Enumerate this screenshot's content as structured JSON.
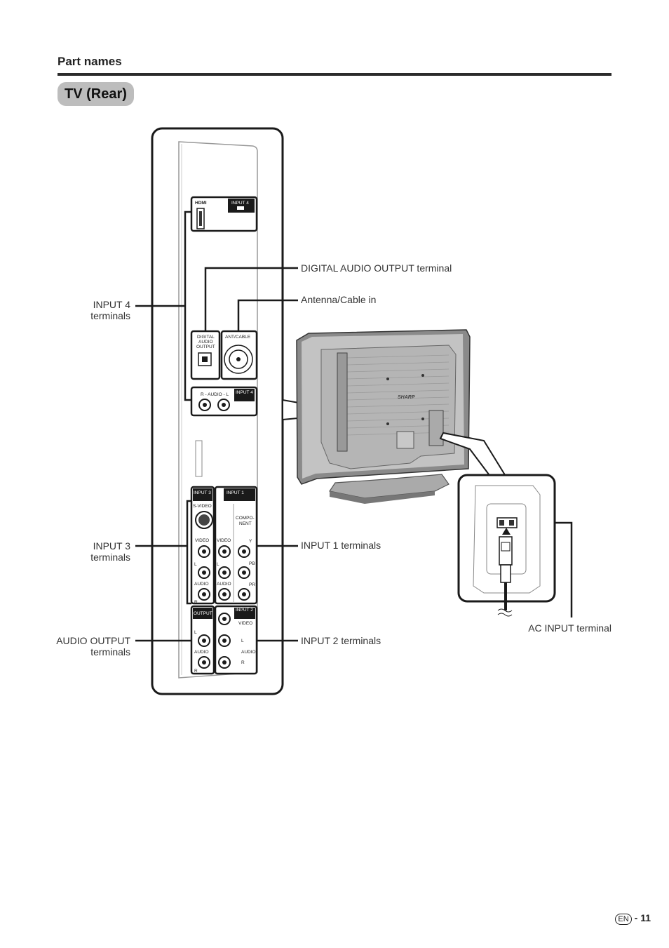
{
  "header": {
    "section": "Part names",
    "subsection": "TV (Rear)"
  },
  "callouts": {
    "digital_audio_output": "DIGITAL AUDIO OUTPUT terminal",
    "antenna": "Antenna/Cable in",
    "input4_line1": "INPUT 4",
    "input4_line2": "terminals",
    "input3_line1": "INPUT 3",
    "input3_line2": "terminals",
    "input1": "INPUT 1 terminals",
    "audio_output_line1": "AUDIO OUTPUT",
    "audio_output_line2": "terminals",
    "input2": "INPUT 2 terminals",
    "ac_input": "AC INPUT terminal"
  },
  "panel_labels": {
    "hdmi": "HDMI",
    "input4": "INPUT 4",
    "digital_audio_1": "DIGITAL",
    "digital_audio_2": "AUDIO",
    "digital_audio_3": "OUTPUT",
    "ant_cable": "ANT/CABLE",
    "r_audio_l": "R - AUDIO - L",
    "input3": "INPUT 3",
    "input1": "INPUT 1",
    "s_video": "S-VIDEO",
    "component_1": "COMPO-",
    "component_2": "NENT",
    "video": "VIDEO",
    "y": "Y",
    "pb": "PB",
    "pr": "PR",
    "l": "L",
    "r": "R",
    "audio": "AUDIO",
    "output": "OUTPUT",
    "input2": "INPUT 2",
    "brand": "SHARP"
  },
  "footer": {
    "lang": "EN",
    "page": "- 11"
  }
}
